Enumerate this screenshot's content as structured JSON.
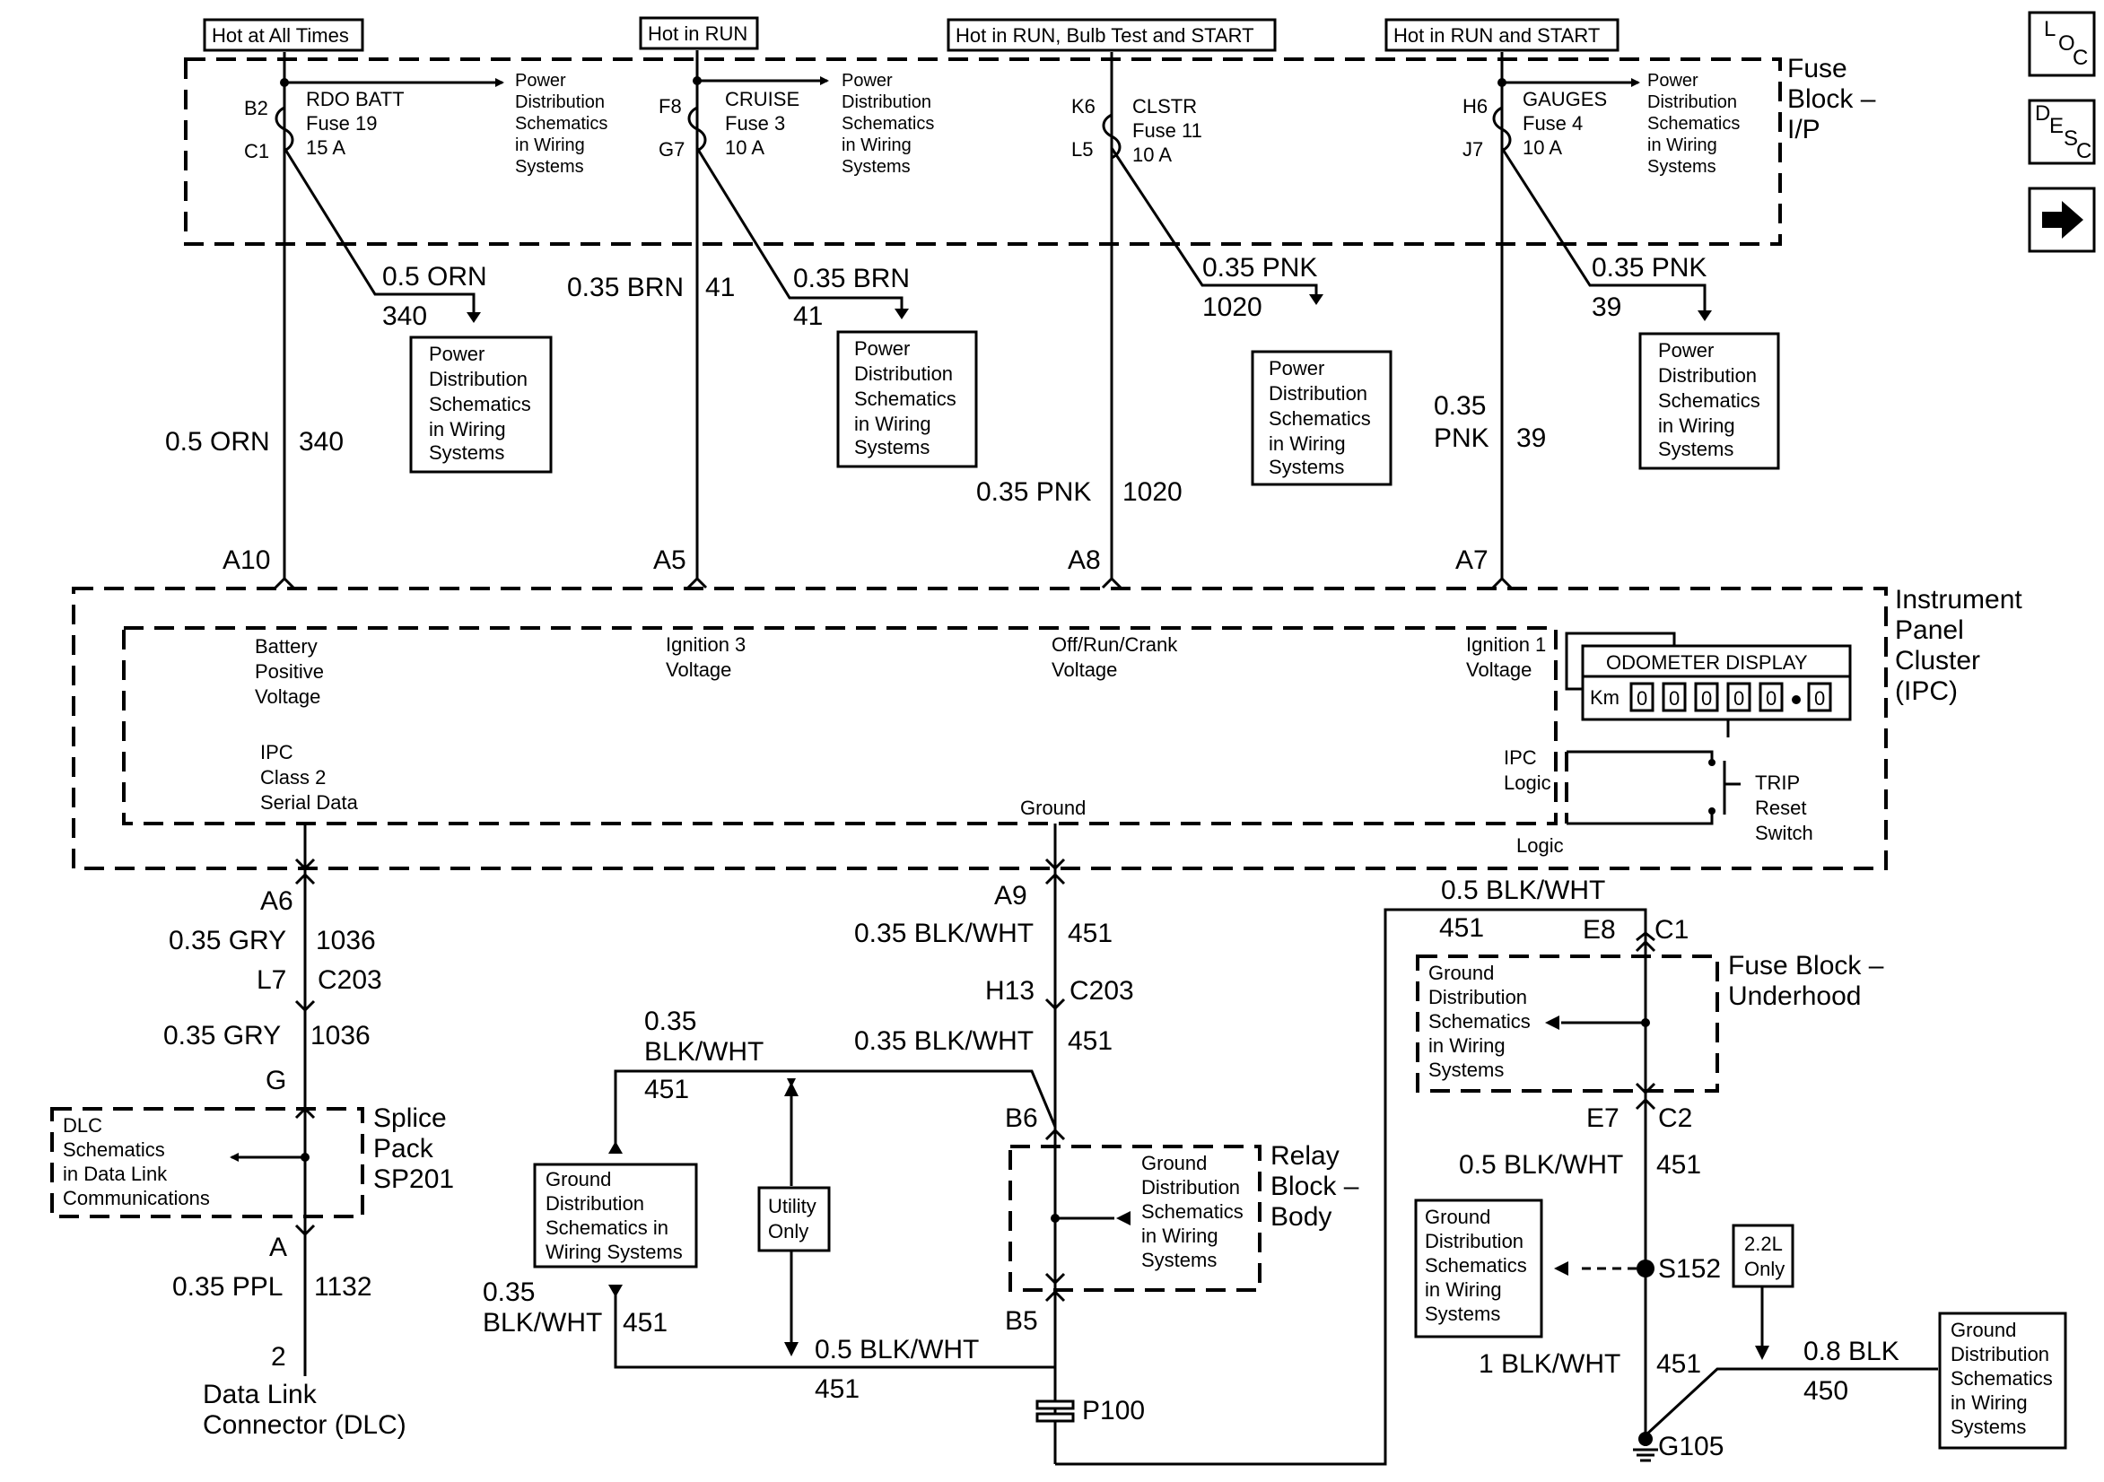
{
  "power_states": {
    "hot_at_all_times": "Hot at All Times",
    "hot_in_run": "Hot in RUN",
    "hot_run_bulb_start": "Hot in RUN, Bulb Test and START",
    "hot_run_start": "Hot in RUN and START"
  },
  "nav_buttons": {
    "loc": [
      "L",
      "O",
      "C"
    ],
    "desc": [
      "D",
      "E",
      "S",
      "C"
    ],
    "next_icon": "arrow-right-icon"
  },
  "fuse_block_ip": {
    "title_lines": [
      "Fuse",
      "Block –",
      "I/P"
    ],
    "fuses": [
      {
        "in_pin": "B2",
        "out_pin": "C1",
        "name": "RDO BATT",
        "fuse": "Fuse 19",
        "amps": "15 A"
      },
      {
        "in_pin": "F8",
        "out_pin": "G7",
        "name": "CRUISE",
        "fuse": "Fuse 3",
        "amps": "10 A"
      },
      {
        "in_pin": "K6",
        "out_pin": "L5",
        "name": "CLSTR",
        "fuse": "Fuse 11",
        "amps": "10 A"
      },
      {
        "in_pin": "H6",
        "out_pin": "J7",
        "name": "GAUGES",
        "fuse": "Fuse 4",
        "amps": "10 A"
      }
    ],
    "power_dist_lines": [
      "Power",
      "Distribution",
      "Schematics",
      "in Wiring",
      "Systems"
    ]
  },
  "branches": [
    {
      "size": "0.5 ORN",
      "circuit": "340"
    },
    {
      "size": "0.35 BRN",
      "circuit": "41"
    },
    {
      "size": "0.35 PNK",
      "circuit": "1020"
    },
    {
      "size": "0.35 PNK",
      "circuit": "39"
    }
  ],
  "trunks": [
    {
      "size": "0.5 ORN",
      "circuit": "340",
      "connector": "A10"
    },
    {
      "size": "0.35 BRN",
      "circuit": "41",
      "connector": "A5"
    },
    {
      "size": "0.35 PNK",
      "circuit": "1020",
      "connector": "A8"
    },
    {
      "size_lines": [
        "0.35",
        "PNK"
      ],
      "circuit": "39",
      "connector": "A7"
    }
  ],
  "ipc": {
    "title_lines": [
      "Instrument",
      "Panel",
      "Cluster",
      "(IPC)"
    ],
    "inputs": [
      [
        "Battery",
        "Positive",
        "Voltage"
      ],
      [
        "Ignition 3",
        "Voltage"
      ],
      [
        "Off/Run/Crank",
        "Voltage"
      ],
      [
        "Ignition 1",
        "Voltage"
      ]
    ],
    "serial_data": [
      "IPC",
      "Class 2",
      "Serial Data"
    ],
    "ground": "Ground",
    "ipc_logic": [
      "IPC",
      "Logic"
    ],
    "logic": "Logic",
    "trip": [
      "TRIP",
      "Reset",
      "Switch"
    ],
    "odometer": {
      "title": "ODOMETER DISPLAY",
      "unit": "Km",
      "digits": [
        "0",
        "0",
        "0",
        "0",
        "0",
        "0"
      ]
    }
  },
  "serial_path": {
    "a6": "A6",
    "wire1": {
      "size": "0.35 GRY",
      "circuit": "1036"
    },
    "l7": "L7",
    "c203": "C203",
    "wire2": {
      "size": "0.35 GRY",
      "circuit": "1036"
    },
    "g": "G",
    "splice_title": [
      "Splice",
      "Pack",
      "SP201"
    ],
    "dlc_schem": [
      "DLC",
      "Schematics",
      "in Data Link",
      "Communications"
    ],
    "a": "A",
    "wire3": {
      "size": "0.35 PPL",
      "circuit": "1132"
    },
    "pin2": "2",
    "dlc_title": [
      "Data Link",
      "Connector (DLC)"
    ]
  },
  "ground_path": {
    "a9": "A9",
    "wire1": {
      "size": "0.35 BLK/WHT",
      "circuit": "451"
    },
    "h13": "H13",
    "c203": "C203",
    "wire2": {
      "size": "0.35 BLK/WHT",
      "circuit": "451"
    },
    "left_wire": {
      "size_lines": [
        "0.35",
        "BLK/WHT"
      ],
      "circuit": "451"
    },
    "b6": "B6",
    "b5": "B5",
    "relay_title": [
      "Relay",
      "Block –",
      "Body"
    ],
    "relay_ground": [
      "Ground",
      "Distribution",
      "Schematics",
      "in Wiring",
      "Systems"
    ],
    "ground_dist_box": [
      "Ground",
      "Distribution",
      "Schematics in",
      "Wiring Systems"
    ],
    "utility_only": [
      "Utility",
      "Only"
    ],
    "left_lower": {
      "size_lines": [
        "0.35",
        "BLK/WHT"
      ],
      "circuit": "451"
    },
    "bottom_wire": {
      "size": "0.5 BLK/WHT",
      "circuit": "451"
    },
    "p100": "P100"
  },
  "underhood": {
    "top_wire": {
      "size": "0.5 BLK/WHT",
      "circuit": "451"
    },
    "e8": "E8",
    "c1": "C1",
    "title": [
      "Fuse Block –",
      "Underhood"
    ],
    "ground_dist": [
      "Ground",
      "Distribution",
      "Schematics",
      "in Wiring",
      "Systems"
    ],
    "e7": "E7",
    "c2": "C2",
    "wire2": {
      "size": "0.5 BLK/WHT",
      "circuit": "451"
    },
    "s152_box": [
      "Ground",
      "Distribution",
      "Schematics",
      "in Wiring",
      "Systems"
    ],
    "s152": "S152",
    "l22_only": [
      "2.2L",
      "Only"
    ],
    "wire3": {
      "size": "1 BLK/WHT",
      "circuit": "451"
    },
    "wire4": {
      "size": "0.8 BLK",
      "circuit": "450"
    },
    "g105": "G105",
    "right_box": [
      "Ground",
      "Distribution",
      "Schematics",
      "in Wiring",
      "Systems"
    ]
  }
}
